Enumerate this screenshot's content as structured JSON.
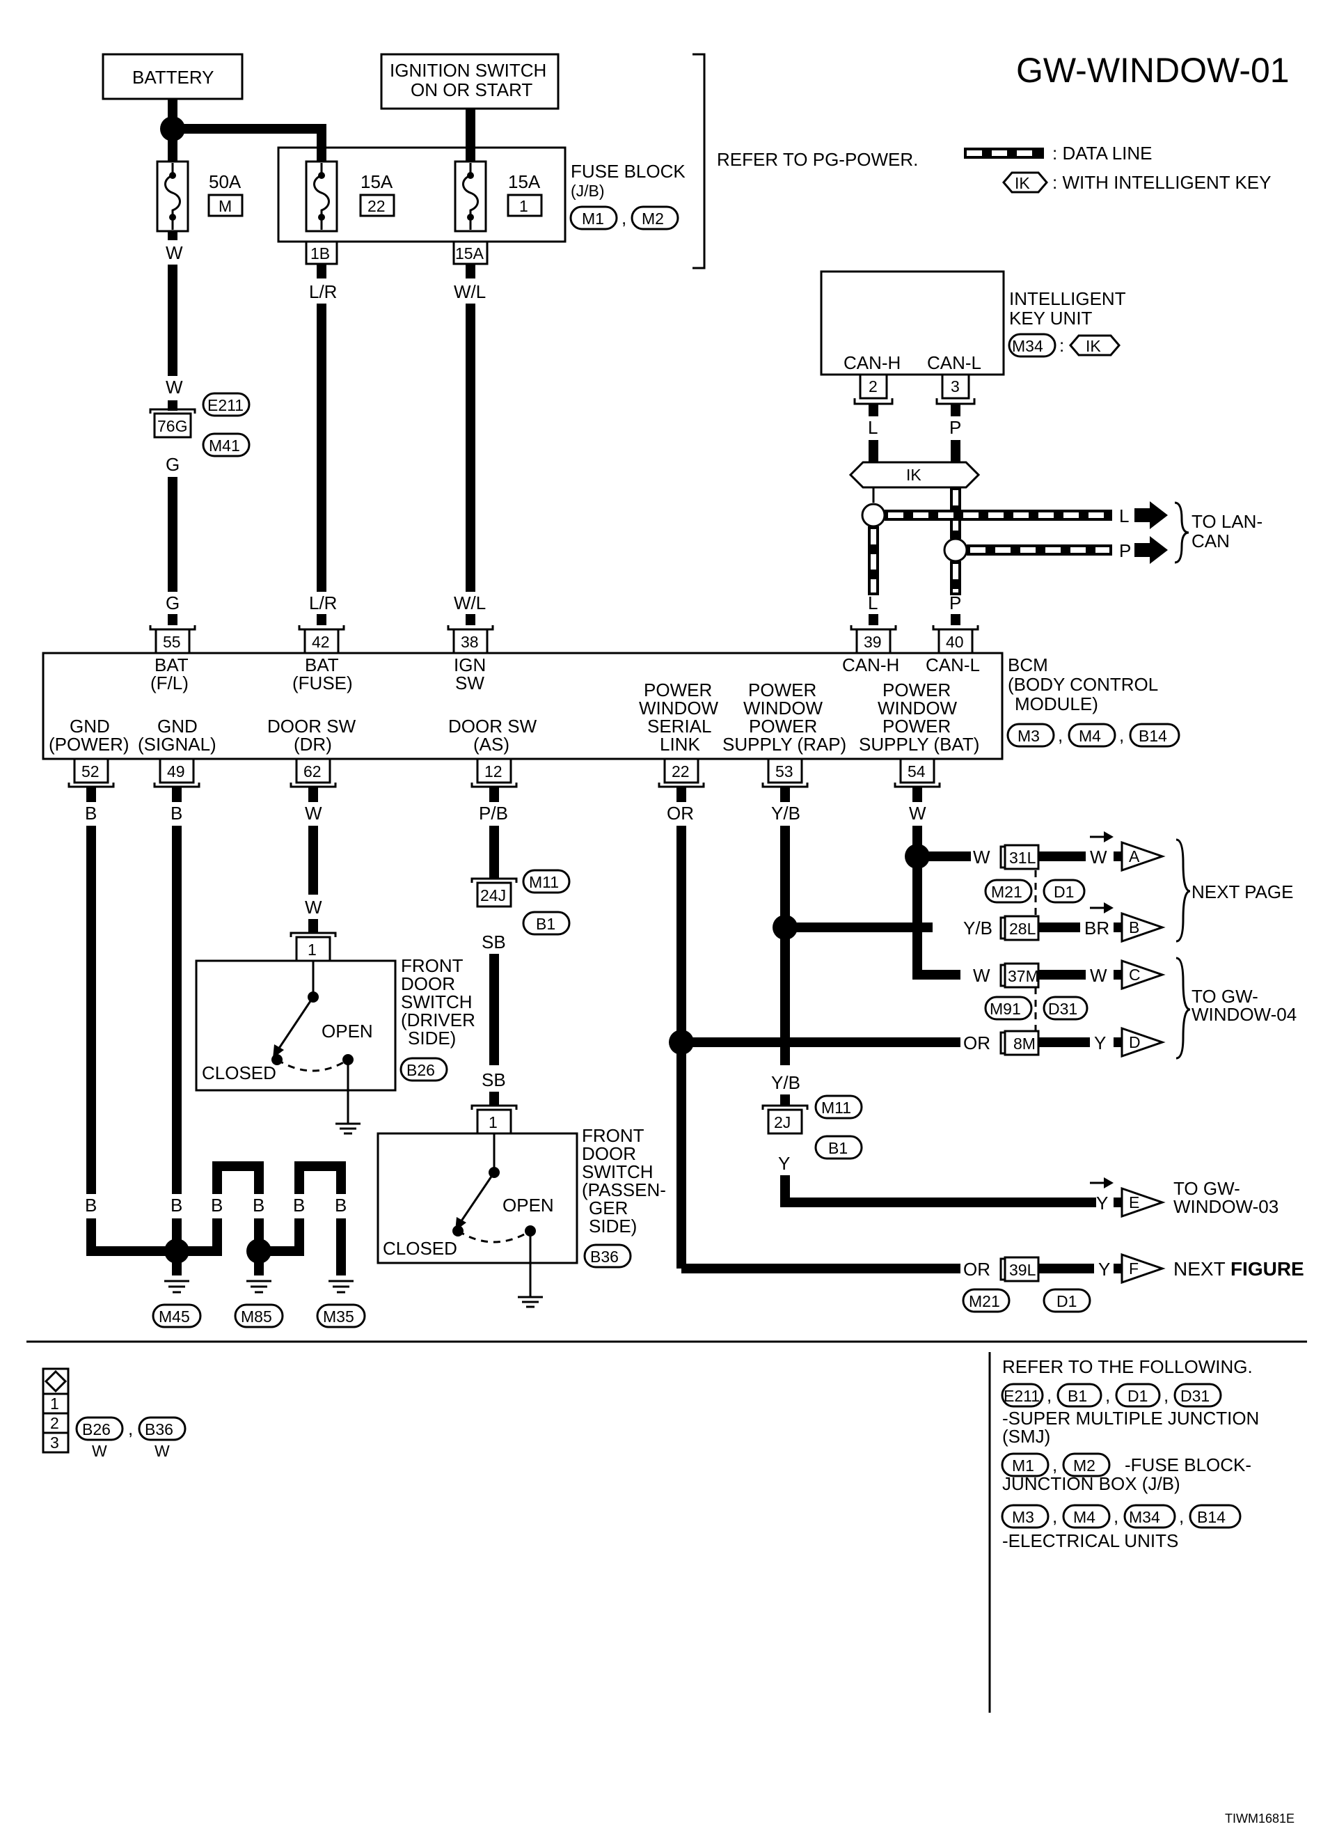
{
  "title": "GW-WINDOW-01",
  "battery": "BATTERY",
  "ignition": [
    "IGNITION SWITCH",
    "ON OR START"
  ],
  "fuse_block": {
    "label": [
      "FUSE BLOCK",
      "(J/B)"
    ],
    "conn1": "M1",
    "conn2": "M2"
  },
  "fuses": [
    {
      "amp": "50A",
      "id": "M"
    },
    {
      "amp": "15A",
      "id": "22"
    },
    {
      "amp": "15A",
      "id": "1"
    }
  ],
  "fuse_terms": [
    "1B",
    "15A"
  ],
  "refer_pg": "REFER TO PG-POWER.",
  "legend": {
    "data_line": ": DATA LINE",
    "ik_badge": "IK",
    "ik_text": ": WITH INTELLIGENT KEY"
  },
  "ik_unit": {
    "label": [
      "INTELLIGENT",
      "KEY UNIT"
    ],
    "conn": "M34",
    "ik": "IK",
    "pins": [
      "2",
      "3"
    ],
    "pin_names": [
      "CAN-H",
      "CAN-L"
    ]
  },
  "ik_bus": "IK",
  "lan": {
    "wires": [
      "L",
      "P"
    ],
    "label": [
      "TO LAN-",
      "CAN"
    ]
  },
  "wires_top": {
    "w": "W",
    "lr": "L/R",
    "wl": "W/L",
    "g": "G",
    "l": "L",
    "p": "P"
  },
  "junction_e211": {
    "pin": "76G",
    "c1": "E211",
    "c2": "M41"
  },
  "bcm": {
    "label": [
      "BCM",
      "(BODY CONTROL",
      "MODULE)"
    ],
    "conns": [
      "M3",
      "M4",
      "B14"
    ],
    "top_pins": [
      {
        "pin": "55",
        "name": [
          "BAT",
          "(F/L)"
        ]
      },
      {
        "pin": "42",
        "name": [
          "BAT",
          "(FUSE)"
        ]
      },
      {
        "pin": "38",
        "name": [
          "IGN",
          "SW"
        ]
      },
      {
        "pin": "39",
        "name": [
          "CAN-H"
        ]
      },
      {
        "pin": "40",
        "name": [
          "CAN-L"
        ]
      }
    ],
    "bottom_pins": [
      {
        "pin": "52",
        "name": [
          "GND",
          "(POWER)"
        ]
      },
      {
        "pin": "49",
        "name": [
          "GND",
          "(SIGNAL)"
        ]
      },
      {
        "pin": "62",
        "name": [
          "DOOR SW",
          "(DR)"
        ]
      },
      {
        "pin": "12",
        "name": [
          "DOOR SW",
          "(AS)"
        ]
      },
      {
        "pin": "22",
        "name": [
          "POWER",
          "WINDOW",
          "SERIAL",
          "LINK"
        ]
      },
      {
        "pin": "53",
        "name": [
          "POWER",
          "WINDOW",
          "POWER",
          "SUPPLY (RAP)"
        ]
      },
      {
        "pin": "54",
        "name": [
          "POWER",
          "WINDOW",
          "POWER",
          "SUPPLY (BAT)"
        ]
      }
    ]
  },
  "wires_bottom": {
    "b": "B",
    "w": "W",
    "pb": "P/B",
    "or": "OR",
    "yb": "Y/B",
    "sb": "SB",
    "y": "Y",
    "br": "BR"
  },
  "junction_24j": {
    "pin": "24J",
    "c1": "M11",
    "c2": "B1"
  },
  "junction_2j": {
    "pin": "2J",
    "c1": "M11",
    "c2": "B1"
  },
  "driver_switch": {
    "pin": "1",
    "label": [
      "FRONT",
      "DOOR",
      "SWITCH",
      "(DRIVER",
      "SIDE)"
    ],
    "open": "OPEN",
    "closed": "CLOSED",
    "conn": "B26"
  },
  "pass_switch": {
    "pin": "1",
    "label": [
      "FRONT",
      "DOOR",
      "SWITCH",
      "(PASSEN-",
      "GER",
      "SIDE)"
    ],
    "open": "OPEN",
    "closed": "CLOSED",
    "conn": "B36"
  },
  "grounds": [
    "M45",
    "M85",
    "M35"
  ],
  "outputs": [
    {
      "jc": "31L",
      "wl": "W",
      "wr": "W",
      "letter": "A"
    },
    {
      "jc": "28L",
      "wl": "Y/B",
      "wr": "BR",
      "letter": "B"
    },
    {
      "jc": "37M",
      "wl": "W",
      "wr": "W",
      "letter": "C"
    },
    {
      "jc": "8M",
      "wl": "OR",
      "wr": "Y",
      "letter": "D"
    },
    {
      "wr": "Y",
      "letter": "E"
    },
    {
      "jc": "39L",
      "wl": "OR",
      "wr": "Y",
      "letter": "F"
    }
  ],
  "out_conns": {
    "ab": [
      "M21",
      "D1"
    ],
    "cd": [
      "M91",
      "D31"
    ],
    "f": [
      "M21",
      "D1"
    ]
  },
  "out_labels": {
    "next_page": "NEXT PAGE",
    "gw04": [
      "TO GW-",
      "WINDOW-04"
    ],
    "gw03": [
      "TO GW-",
      "WINDOW-03"
    ],
    "next_fig": "NEXT ",
    "next_fig_bold": "FIGURE"
  },
  "conn_table": {
    "rows": [
      "1",
      "2",
      "3"
    ],
    "c1": "B26",
    "c2": "B36",
    "color": "W"
  },
  "refer": {
    "title": "REFER TO THE FOLLOWING.",
    "g1": [
      "E211",
      "B1",
      "D1",
      "D31"
    ],
    "g1_text": [
      "-SUPER MULTIPLE JUNCTION",
      "(SMJ)"
    ],
    "g2": [
      "M1",
      "M2"
    ],
    "g2_text": [
      "-FUSE BLOCK-",
      "JUNCTION BOX (J/B)"
    ],
    "g3": [
      "M3",
      "M4",
      "M34",
      "B14"
    ],
    "g3_text": "-ELECTRICAL UNITS"
  },
  "footer_code": "TIWM1681E"
}
